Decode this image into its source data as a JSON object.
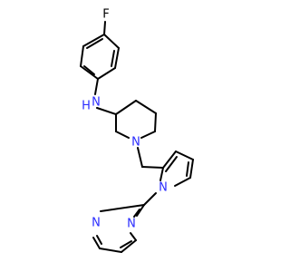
{
  "colors": {
    "background": "#ffffff",
    "bond": "#000000",
    "nitrogen": "#2a2cff",
    "fluorine": "#000000"
  },
  "atoms": {
    "fluorine": "F",
    "amine_n": "N",
    "amine_h": "H",
    "piperidine_n": "N",
    "pyrrole_n": "N",
    "pyrimidine_n1": "N",
    "pyrimidine_n2": "N"
  }
}
